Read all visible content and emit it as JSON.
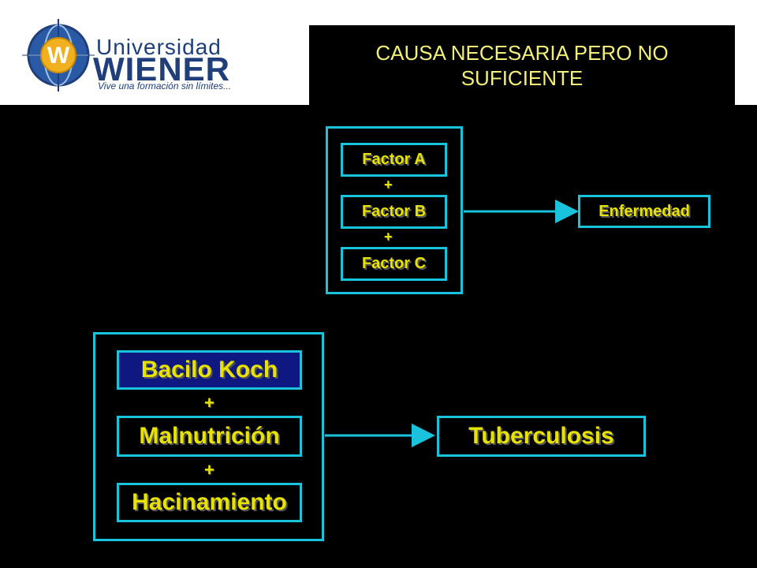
{
  "logo": {
    "name_line1": "Universidad",
    "name_line2": "WIENER",
    "tagline": "Vive una formación sin límites...",
    "letter": "W"
  },
  "title": "CAUSA NECESARIA PERO NO SUFICIENTE",
  "diagram_top": {
    "factors": [
      "Factor A",
      "Factor B",
      "Factor C"
    ],
    "operator": "+",
    "result": "Enfermedad"
  },
  "diagram_bottom": {
    "factors": [
      "Bacilo Koch",
      "Malnutrición",
      "Hacinamiento"
    ],
    "operator": "+",
    "result": "Tuberculosis"
  },
  "colors": {
    "border": "#19c3dc",
    "text": "#e8e200",
    "title": "#f2ef7a",
    "highlight_box": "#0e1880"
  }
}
